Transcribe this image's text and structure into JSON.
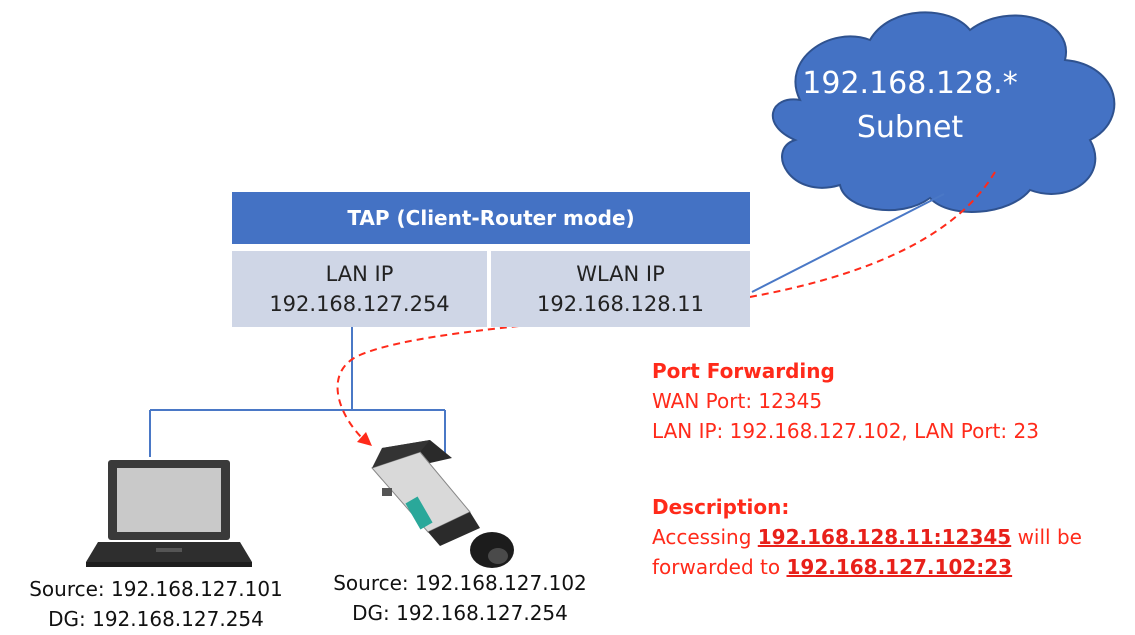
{
  "cloud": {
    "line1": "192.168.128.*",
    "line2": "Subnet"
  },
  "tap": {
    "title": "TAP (Client-Router mode)",
    "lan_label": "LAN IP",
    "lan_ip": "192.168.127.254",
    "wlan_label": "WLAN IP",
    "wlan_ip": "192.168.128.11"
  },
  "laptop": {
    "source": "Source: 192.168.127.101",
    "dg": "DG: 192.168.127.254"
  },
  "camera": {
    "source": "Source: 192.168.127.102",
    "dg": "DG: 192.168.127.254"
  },
  "port_forwarding": {
    "title": "Port Forwarding",
    "wan_port": "WAN Port: 12345",
    "lan_line": "LAN IP: 192.168.127.102, LAN Port: 23"
  },
  "description": {
    "title": "Description:",
    "l1_pre": "Accessing ",
    "l1_strong": "192.168.128.11:12345",
    "l1_post": " will be",
    "l2_pre": "forwarded to ",
    "l2_strong": "192.168.127.102:23"
  },
  "colors": {
    "cloud_fill": "#4472c4",
    "tap_header": "#4472c4",
    "tap_cell": "#cfd6e6",
    "line": "#4a78c6",
    "red": "#ff2a1a"
  }
}
